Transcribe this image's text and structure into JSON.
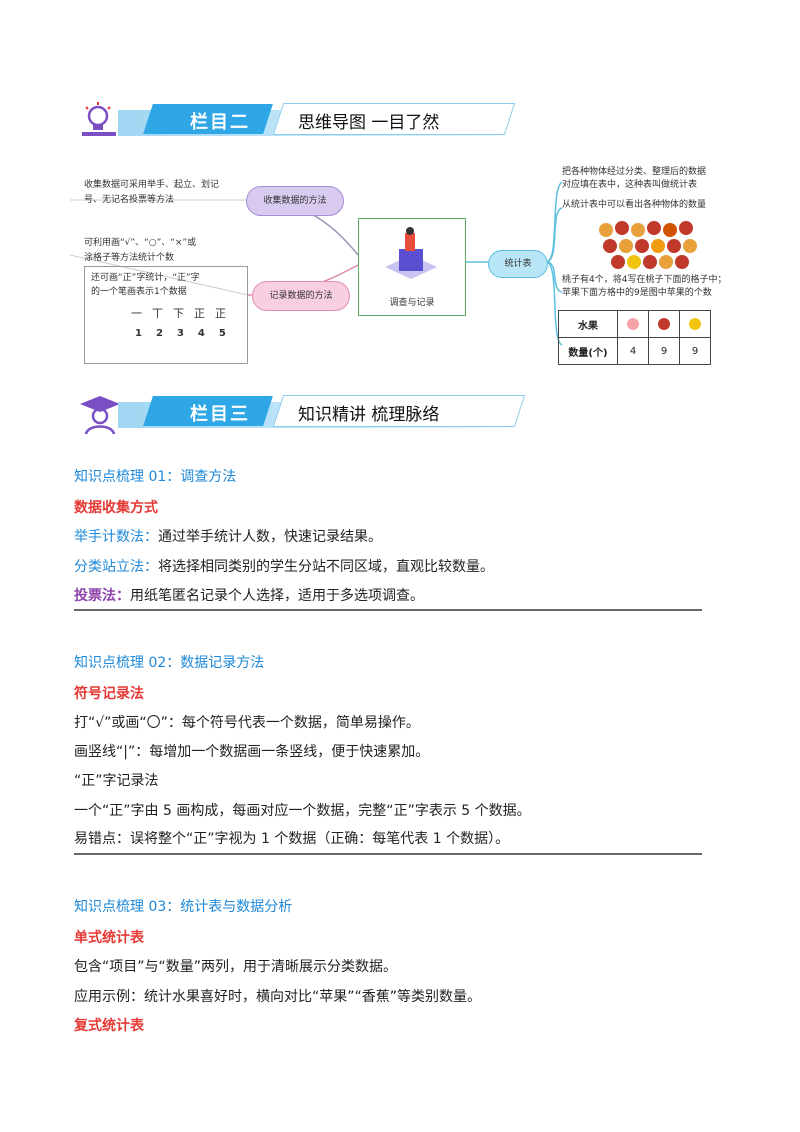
{
  "banner2": {
    "tab": "栏目二",
    "subtitle": "思维导图  一目了然"
  },
  "banner3": {
    "tab": "栏目三",
    "subtitle": "知识精讲  梳理脉络"
  },
  "mindmap": {
    "center": "调查与记录",
    "collect_methods_node": "收集数据的方法",
    "collect_methods_text": [
      "收集数据可采用举手、起立、划记",
      "号、无记名投票等方法"
    ],
    "record_methods_node": "记录数据的方法",
    "record_text_1": [
      "可利用画“√”、“○”、“×”或",
      "涂格子等方法统计个数"
    ],
    "record_text_2": [
      "还可画“正”字统计，“正”字",
      "的一个笔画表示1个数据"
    ],
    "zheng_strokes": [
      "一",
      "丅",
      "下",
      "正",
      "正"
    ],
    "zheng_numbers": [
      "1",
      "2",
      "3",
      "4",
      "5"
    ],
    "stat_table_node": "统计表",
    "right_text_1": [
      "把各种物体经过分类、整理后的数据",
      "对应填在表中，这种表叫做统计表"
    ],
    "right_text_2": "从统计表中可以看出各种物体的数量",
    "right_text_3": [
      "桃子有4个，将4写在桃子下面的格子中；",
      "苹果下面方格中的9是图中苹果的个数"
    ],
    "table": {
      "row1_label": "水果",
      "row2_label": "数量(个)",
      "values": [
        "4",
        "9",
        "9"
      ]
    }
  },
  "sec1": {
    "title": "知识点梳理 01：调查方法",
    "subtitle": "数据收集方式",
    "l1_label": "举手计数法：",
    "l1_text": "通过举手统计人数，快速记录结果。",
    "l2_label": "分类站立法：",
    "l2_text": "将选择相同类别的学生分站不同区域，直观比较数量。",
    "l3_label": "投票法：",
    "l3_text": "用纸笔匿名记录个人选择，适用于多选项调查。"
  },
  "sec2": {
    "title": "知识点梳理 02：数据记录方法",
    "subtitle": "符号记录法",
    "l1": "打“√”或画“〇”：每个符号代表一个数据，简单易操作。",
    "l2": "画竖线“|”：每增加一个数据画一条竖线，便于快速累加。",
    "l3": "“正”字记录法",
    "l4": "一个“正”字由 5 画构成，每画对应一个数据，完整“正”字表示 5 个数据。",
    "l5": "易错点：误将整个“正”字视为 1 个数据（正确：每笔代表 1 个数据）。"
  },
  "sec3": {
    "title": "知识点梳理 03：统计表与数据分析",
    "subtitle": "单式统计表",
    "l1": "包含“项目”与“数量”两列，用于清晰展示分类数据。",
    "l2": "应用示例：统计水果喜好时，横向对比“苹果”“香蕉”等类别数量。",
    "subtitle2": "复式统计表"
  }
}
